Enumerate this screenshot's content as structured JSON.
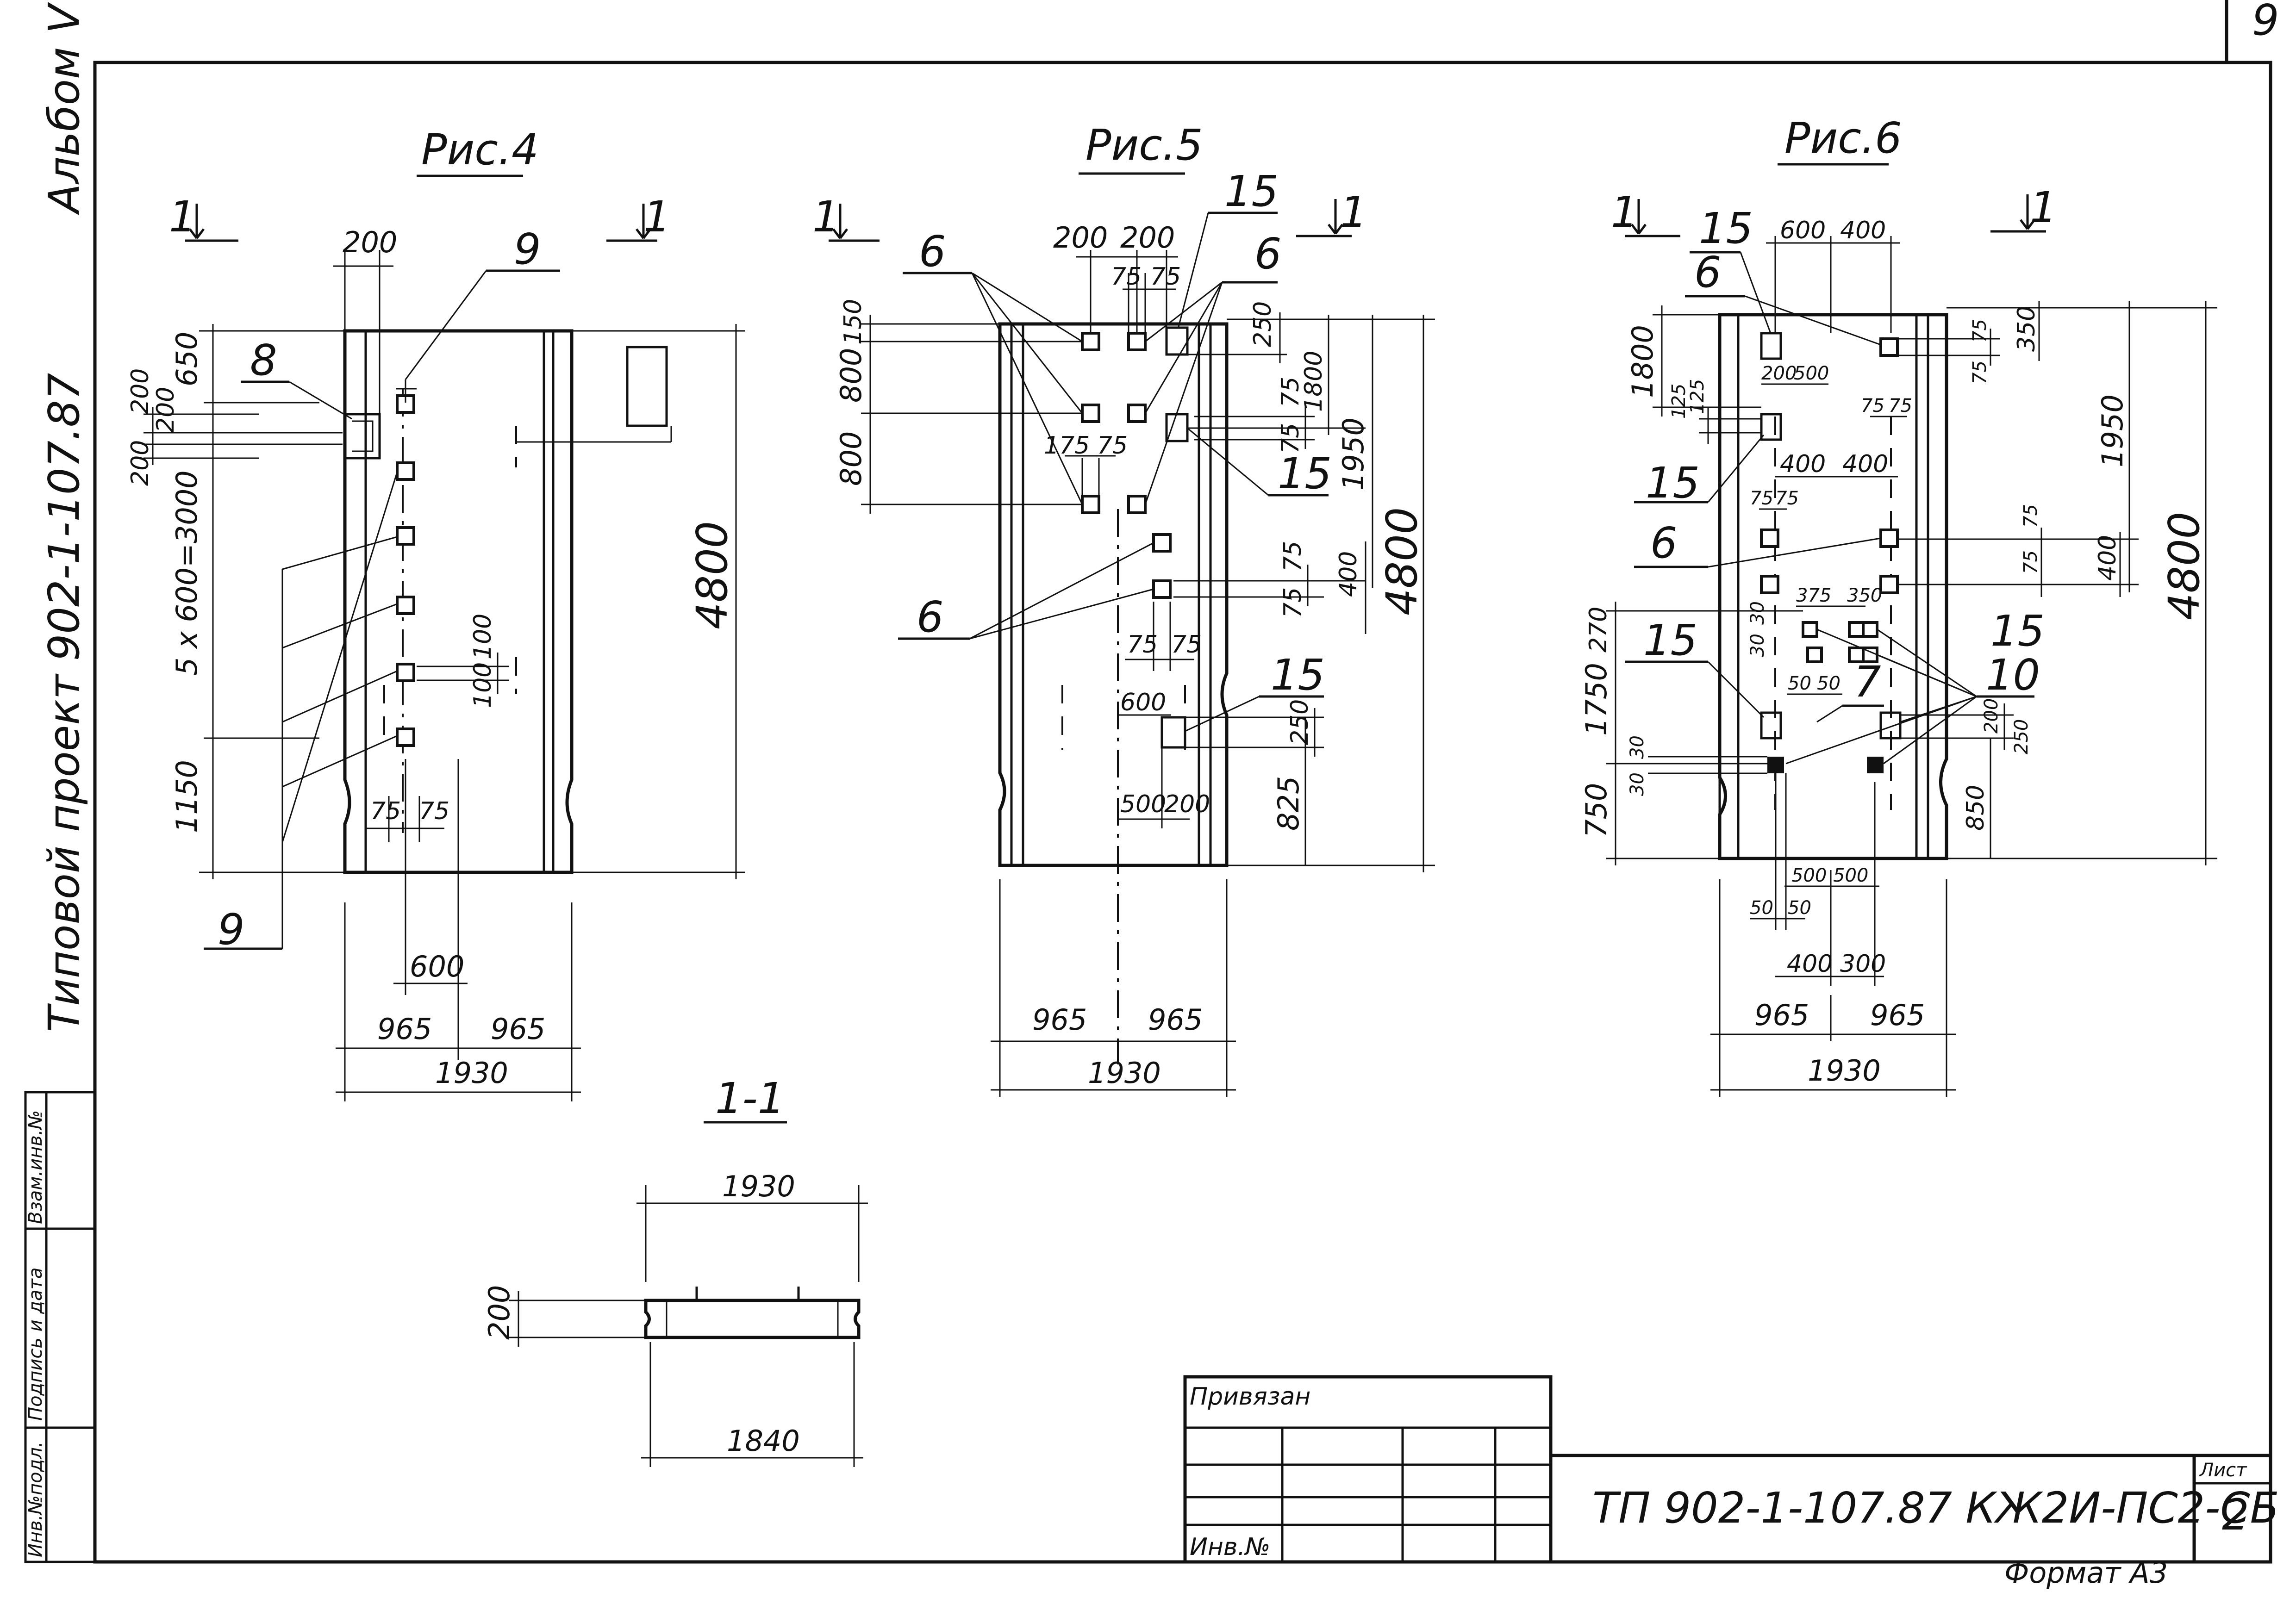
{
  "sheet": {
    "album": "Альбом V",
    "project": "Типовой проект 902-1-107.87",
    "corner_number": "9",
    "sheet_label": "Лист",
    "sheet_number": "2",
    "designation": "ТП 902-1-107.87 КЖ2И-ПС2-СБ",
    "format": "Формат А3",
    "bound_label": "Привязан",
    "inv_label": "Инв.№",
    "side_stamp": [
      "Инв.№подл.",
      "Подпись и дата",
      "Взам.инв.№"
    ]
  },
  "fig4": {
    "title": "Рис.4",
    "section_left": "1",
    "section_right": "1",
    "dims": {
      "d200_top": "200",
      "d650": "650",
      "d200a": "200",
      "d200b": "200",
      "d200c": "200",
      "d5x600": "5 x 600=3000",
      "d1150": "1150",
      "d4800": "4800",
      "d100a": "100",
      "d100b": "100",
      "d75a": "75",
      "d75b": "75",
      "d600": "600",
      "d965a": "965",
      "d965b": "965",
      "d1930": "1930"
    },
    "callouts": {
      "c9a": "9",
      "c8": "8",
      "c9b": "9"
    }
  },
  "fig5": {
    "title": "Рис.5",
    "section_left": "1",
    "section_right": "1",
    "dims": {
      "d200a": "200",
      "d200b": "200",
      "d75a": "75",
      "d75b": "75",
      "d150": "150",
      "d800a": "800",
      "d800b": "800",
      "d250": "250",
      "d1800": "1800",
      "d75c": "75",
      "d75d": "75",
      "d175": "175",
      "d75e": "75",
      "d1950": "1950",
      "d4800": "4800",
      "d75f": "75",
      "d400": "400",
      "d75g": "75",
      "d75h": "75",
      "d75i": "75",
      "d600": "600",
      "d250b": "250",
      "d825": "825",
      "d500": "500",
      "d200c": "200",
      "d965a": "965",
      "d965b": "965",
      "d1930": "1930"
    },
    "callouts": {
      "c15a": "15",
      "c6a": "6",
      "c6b": "6",
      "c15b": "15",
      "c6c": "6",
      "c15c": "15"
    }
  },
  "fig6": {
    "title": "Рис.6",
    "section_left": "1",
    "section_right": "1",
    "dims": {
      "d600": "600",
      "d400": "400",
      "d1800": "1800",
      "d75a": "75",
      "d350": "350",
      "d75b": "75",
      "d200": "200",
      "d500": "500",
      "d125a": "125",
      "d125b": "125",
      "d75c": "75",
      "d75d": "75",
      "d400b": "400",
      "d400c": "400",
      "d1950": "1950",
      "d75e": "75",
      "d75f": "75",
      "d75g": "75",
      "d75h": "75",
      "d400d": "400",
      "d4800": "4800",
      "d270": "270",
      "d30a": "30",
      "d375": "375",
      "d350b": "350",
      "d30b": "30",
      "d1750": "1750",
      "d50a": "50",
      "d50b": "50",
      "d200b": "200",
      "d250": "250",
      "d30c": "30",
      "d30d": "30",
      "d750": "750",
      "d850": "850",
      "d500b": "500",
      "d500c": "500",
      "d50c": "50",
      "d50d": "50",
      "d400e": "400",
      "d300": "300",
      "d965a": "965",
      "d965b": "965",
      "d1930": "1930"
    },
    "callouts": {
      "c15a": "15",
      "c6a": "6",
      "c15b": "15",
      "c6b": "6",
      "c15c": "15",
      "c15d": "15",
      "c10": "10",
      "c7": "7"
    }
  },
  "section": {
    "title": "1-1",
    "d1930": "1930",
    "d200": "200",
    "d1840": "1840"
  }
}
